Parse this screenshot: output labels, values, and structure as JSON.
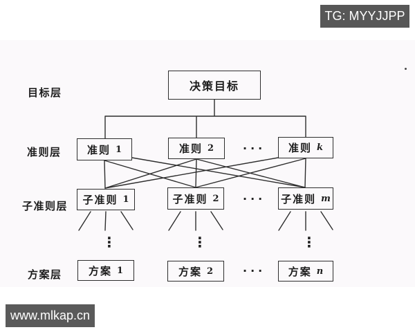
{
  "badges": {
    "tg": "TG: MYYJJPP",
    "site": "www.mlkap.cn"
  },
  "diagram": {
    "title_box": {
      "name": "决策目标",
      "var": ""
    },
    "layers": [
      {
        "label": "目标层",
        "boxes": [
          {
            "name": "决策目标",
            "var": ""
          }
        ]
      },
      {
        "label": "准则层",
        "ellipsis": "···",
        "boxes": [
          {
            "name": "准则",
            "var": "1"
          },
          {
            "name": "准则",
            "var": "2"
          },
          {
            "name": "准则",
            "var": "k"
          }
        ]
      },
      {
        "label": "子准则层",
        "ellipsis": "···",
        "boxes": [
          {
            "name": "子准则",
            "var": "1"
          },
          {
            "name": "子准则",
            "var": "2"
          },
          {
            "name": "子准则",
            "var": "m"
          }
        ]
      },
      {
        "label": "方案层",
        "ellipsis": "···",
        "boxes": [
          {
            "name": "方案",
            "var": "1"
          },
          {
            "name": "方案",
            "var": "2"
          },
          {
            "name": "方案",
            "var": "n"
          }
        ]
      }
    ],
    "vertical_ellipsis": "⋮",
    "colors": {
      "line": "#2d2d2d",
      "badge_bg": "#575757",
      "scan_bg": "#fbf9fb"
    }
  }
}
